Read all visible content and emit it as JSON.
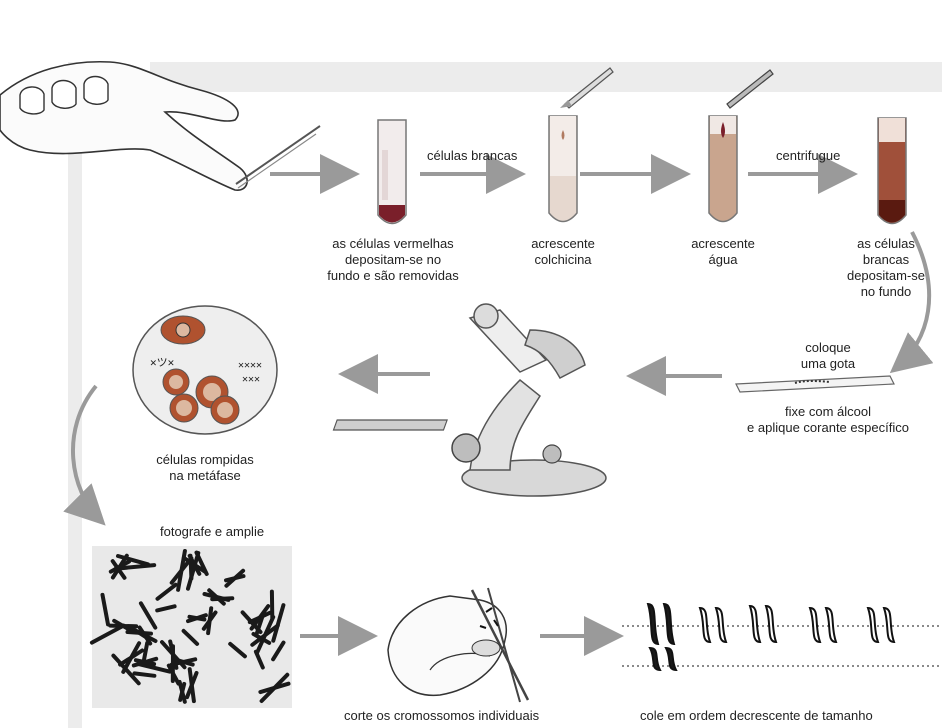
{
  "labels": {
    "celulas_brancas": "células brancas",
    "centrifugue": "centrifugue",
    "vermelhas": [
      "as células vermelhas",
      "depositam-se no",
      "fundo e são removidas"
    ],
    "colchicina": [
      "acrescente",
      "colchicina"
    ],
    "agua": [
      "acrescente",
      "água"
    ],
    "brancas_fundo": [
      "as células",
      "brancas",
      "depositam-se",
      "no fundo"
    ],
    "gota": [
      "coloque",
      "uma gota"
    ],
    "fixe": [
      "fixe com álcool",
      "e aplique corante específico"
    ],
    "rompidas": [
      "células rompidas",
      "na metáfase"
    ],
    "fotografe": "fotografe e amplie",
    "corte": "corte os cromossomos individuais",
    "cole": "cole em ordem decrescente de tamanho"
  },
  "colors": {
    "arrow": "#9a9a9a",
    "blood_red": "#7a1f2a",
    "tube_fill": "#c9a58e",
    "cell": "#b0522f",
    "chromosome": "#1a1a1a"
  }
}
